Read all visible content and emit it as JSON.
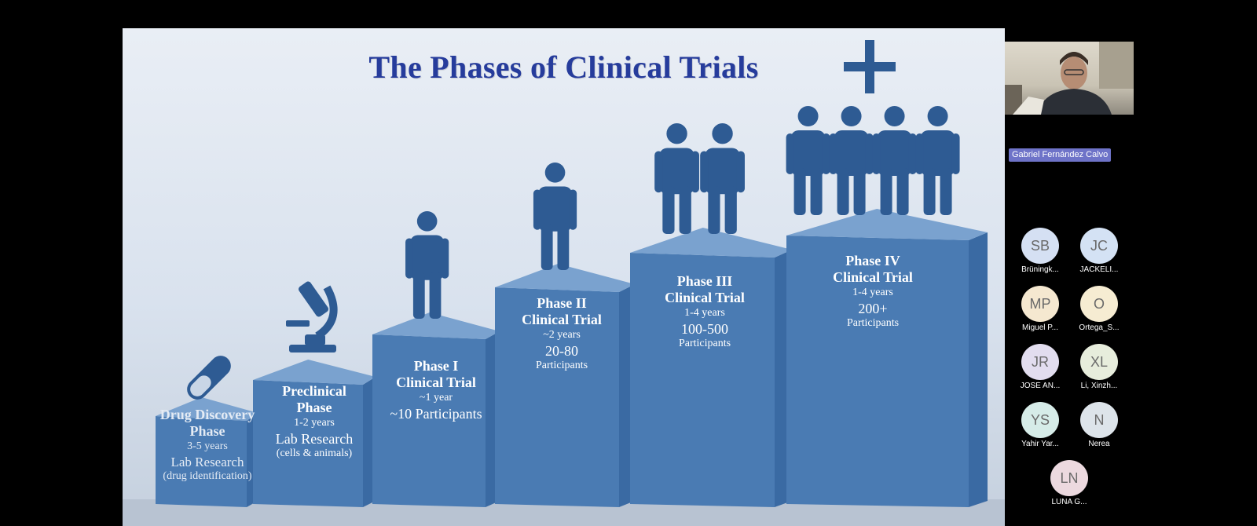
{
  "slide": {
    "title": "The Phases of Clinical Trials",
    "steps": [
      {
        "name": [
          "Drug Discovery",
          "Phase"
        ],
        "duration": "3-5 years",
        "primary": "Lab Research",
        "secondary": "(drug identification)",
        "icon": "pill-icon"
      },
      {
        "name": [
          "Preclinical",
          "Phase"
        ],
        "duration": "1-2 years",
        "primary": "Lab Research",
        "secondary": "(cells & animals)",
        "icon": "microscope-icon"
      },
      {
        "name": [
          "Phase I",
          "Clinical Trial"
        ],
        "duration": "~1 year",
        "primary": "~10 Participants",
        "secondary": "",
        "icon": "person-icon",
        "people": 1
      },
      {
        "name": [
          "Phase II",
          "Clinical Trial"
        ],
        "duration": "~2 years",
        "primary": "20-80",
        "secondary": "Participants",
        "icon": "person-icon",
        "people": 1
      },
      {
        "name": [
          "Phase III",
          "Clinical Trial"
        ],
        "duration": "1-4 years",
        "primary": "100-500",
        "secondary": "Participants",
        "icon": "person-icon",
        "people": 2
      },
      {
        "name": [
          "Phase IV",
          "Clinical Trial"
        ],
        "duration": "1-4 years",
        "primary": "200+",
        "secondary": "Participants",
        "icon": "person-icon",
        "people": 4
      }
    ],
    "plus_icon": "plus-icon",
    "colors": {
      "title": "#263c9c",
      "icon": "#2e5b93",
      "stair_front": "#4a7bb3",
      "stair_side": "#3a6aa3",
      "stair_top": "#7aa2cf"
    }
  },
  "meeting": {
    "active_speaker": "Gabriel Fernández Calvo",
    "participants": [
      {
        "initials": "SB",
        "name": "Brüningk...",
        "avatar_color": "#d5e0f3"
      },
      {
        "initials": "JC",
        "name": "JACKELI...",
        "avatar_color": "#d4e2f4"
      },
      {
        "initials": "MP",
        "name": "Miguel P...",
        "avatar_color": "#f5e8d0"
      },
      {
        "initials": "O",
        "name": "Ortega_S...",
        "avatar_color": "#f6ecd2"
      },
      {
        "initials": "JR",
        "name": "JOSÉ AN...",
        "avatar_color": "#e2ddef"
      },
      {
        "initials": "XL",
        "name": "Li, Xinzh...",
        "avatar_color": "#e7eddc"
      },
      {
        "initials": "YS",
        "name": "Yahir Yar...",
        "avatar_color": "#d6ece8"
      },
      {
        "initials": "N",
        "name": "Nerea",
        "avatar_color": "#dde4ea"
      },
      {
        "initials": "LN",
        "name": "LUNA G...",
        "avatar_color": "#ecd9df"
      }
    ]
  }
}
